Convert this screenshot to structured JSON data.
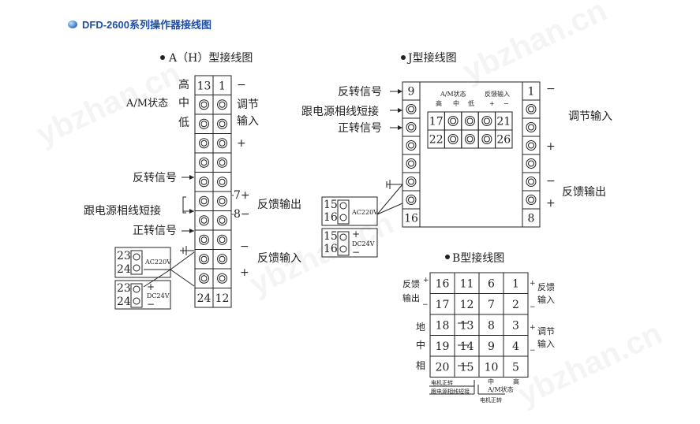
{
  "header": {
    "title": "DFD-2600系列操作器接线图",
    "bullet_color": "#2f6fc0",
    "title_color": "#1f4fa8"
  },
  "watermark": "ybzhan.cn",
  "diagrams": {
    "a": {
      "title": "A（H）型接线图",
      "col1": [
        "13",
        "◎",
        "◎",
        "◎",
        "◎",
        "◎",
        "◎",
        "◎",
        "◎",
        "◎",
        "◎",
        "24"
      ],
      "col2": [
        "1",
        "◎",
        "◎",
        "◎",
        "◎",
        "◎",
        "◎",
        "◎",
        "◎",
        "◎",
        "◎",
        "12"
      ],
      "left_labels": {
        "high": "高",
        "mid": "中",
        "low": "低",
        "am": "A/M状态",
        "reverse": "反转信号",
        "short": "跟电源相线短接",
        "forward": "正转信号"
      },
      "right_labels": {
        "minus1": "−",
        "adjust1": "调节",
        "adjust2": "输入",
        "plus1": "+",
        "n7": "7+",
        "n8": "8−",
        "fb_out": "反馈输出",
        "minus2": "−",
        "fb_in": "反馈输入",
        "plus2": "+"
      },
      "power_ac": {
        "n1": "23",
        "n2": "24",
        "label": "AC220V"
      },
      "power_dc": {
        "n1": "23",
        "n2": "24",
        "label": "DC24V",
        "plus": "+",
        "minus": "−"
      }
    },
    "j": {
      "title": "J型接线图",
      "left_col": [
        "9",
        "◎",
        "◎",
        "◎",
        "◎",
        "◎",
        "◎",
        "16"
      ],
      "right_col": [
        "1",
        "◎",
        "◎",
        "◎",
        "◎",
        "◎",
        "◎",
        "8"
      ],
      "left_labels": {
        "reverse": "反转信号",
        "short": "跟电源相线短接",
        "forward": "正转信号"
      },
      "right_labels": {
        "minus1": "−",
        "adjust": "调节输入",
        "plus1": "+",
        "minus2": "−",
        "fb_out": "反馈输出",
        "plus2": "+"
      },
      "inner": {
        "am": "A/M状态",
        "fb_in": "反馈输入",
        "sub": [
          "高",
          "中",
          "低",
          "+",
          "−"
        ],
        "row1": [
          "17",
          "◎",
          "◎",
          "◎",
          "21"
        ],
        "row2": [
          "22",
          "◎",
          "◎",
          "◎",
          "26"
        ]
      },
      "power_ac": {
        "n1": "15",
        "n2": "16",
        "label": "AC220V"
      },
      "power_dc": {
        "n1": "15",
        "n2": "16",
        "label": "DC24V",
        "plus": "+",
        "minus": "−"
      }
    },
    "b": {
      "title": "B型接线图",
      "rows": [
        [
          "16",
          "11",
          "6",
          "1"
        ],
        [
          "17",
          "12",
          "7",
          "2"
        ],
        [
          "18",
          "13",
          "8",
          "3"
        ],
        [
          "19",
          "14",
          "9",
          "4"
        ],
        [
          "20",
          "15",
          "10",
          "5"
        ]
      ],
      "left_labels": {
        "fb_out1": "反馈",
        "fb_out2": "输出",
        "plus": "+",
        "minus": "−",
        "ground": "地",
        "mid": "中",
        "phase": "相"
      },
      "right_labels": {
        "plus1": "+",
        "fb_in1": "反馈",
        "fb_in2": "输入",
        "minus1": "−",
        "plus2": "+",
        "adj1": "调节",
        "adj2": "输入",
        "minus2": "−"
      },
      "bottom": {
        "motor_rev": "电机正转",
        "short": "跟电源相线短接",
        "motor_fwd": "电机正转",
        "mid": "中",
        "high": "高",
        "am": "A/M状态"
      }
    }
  }
}
